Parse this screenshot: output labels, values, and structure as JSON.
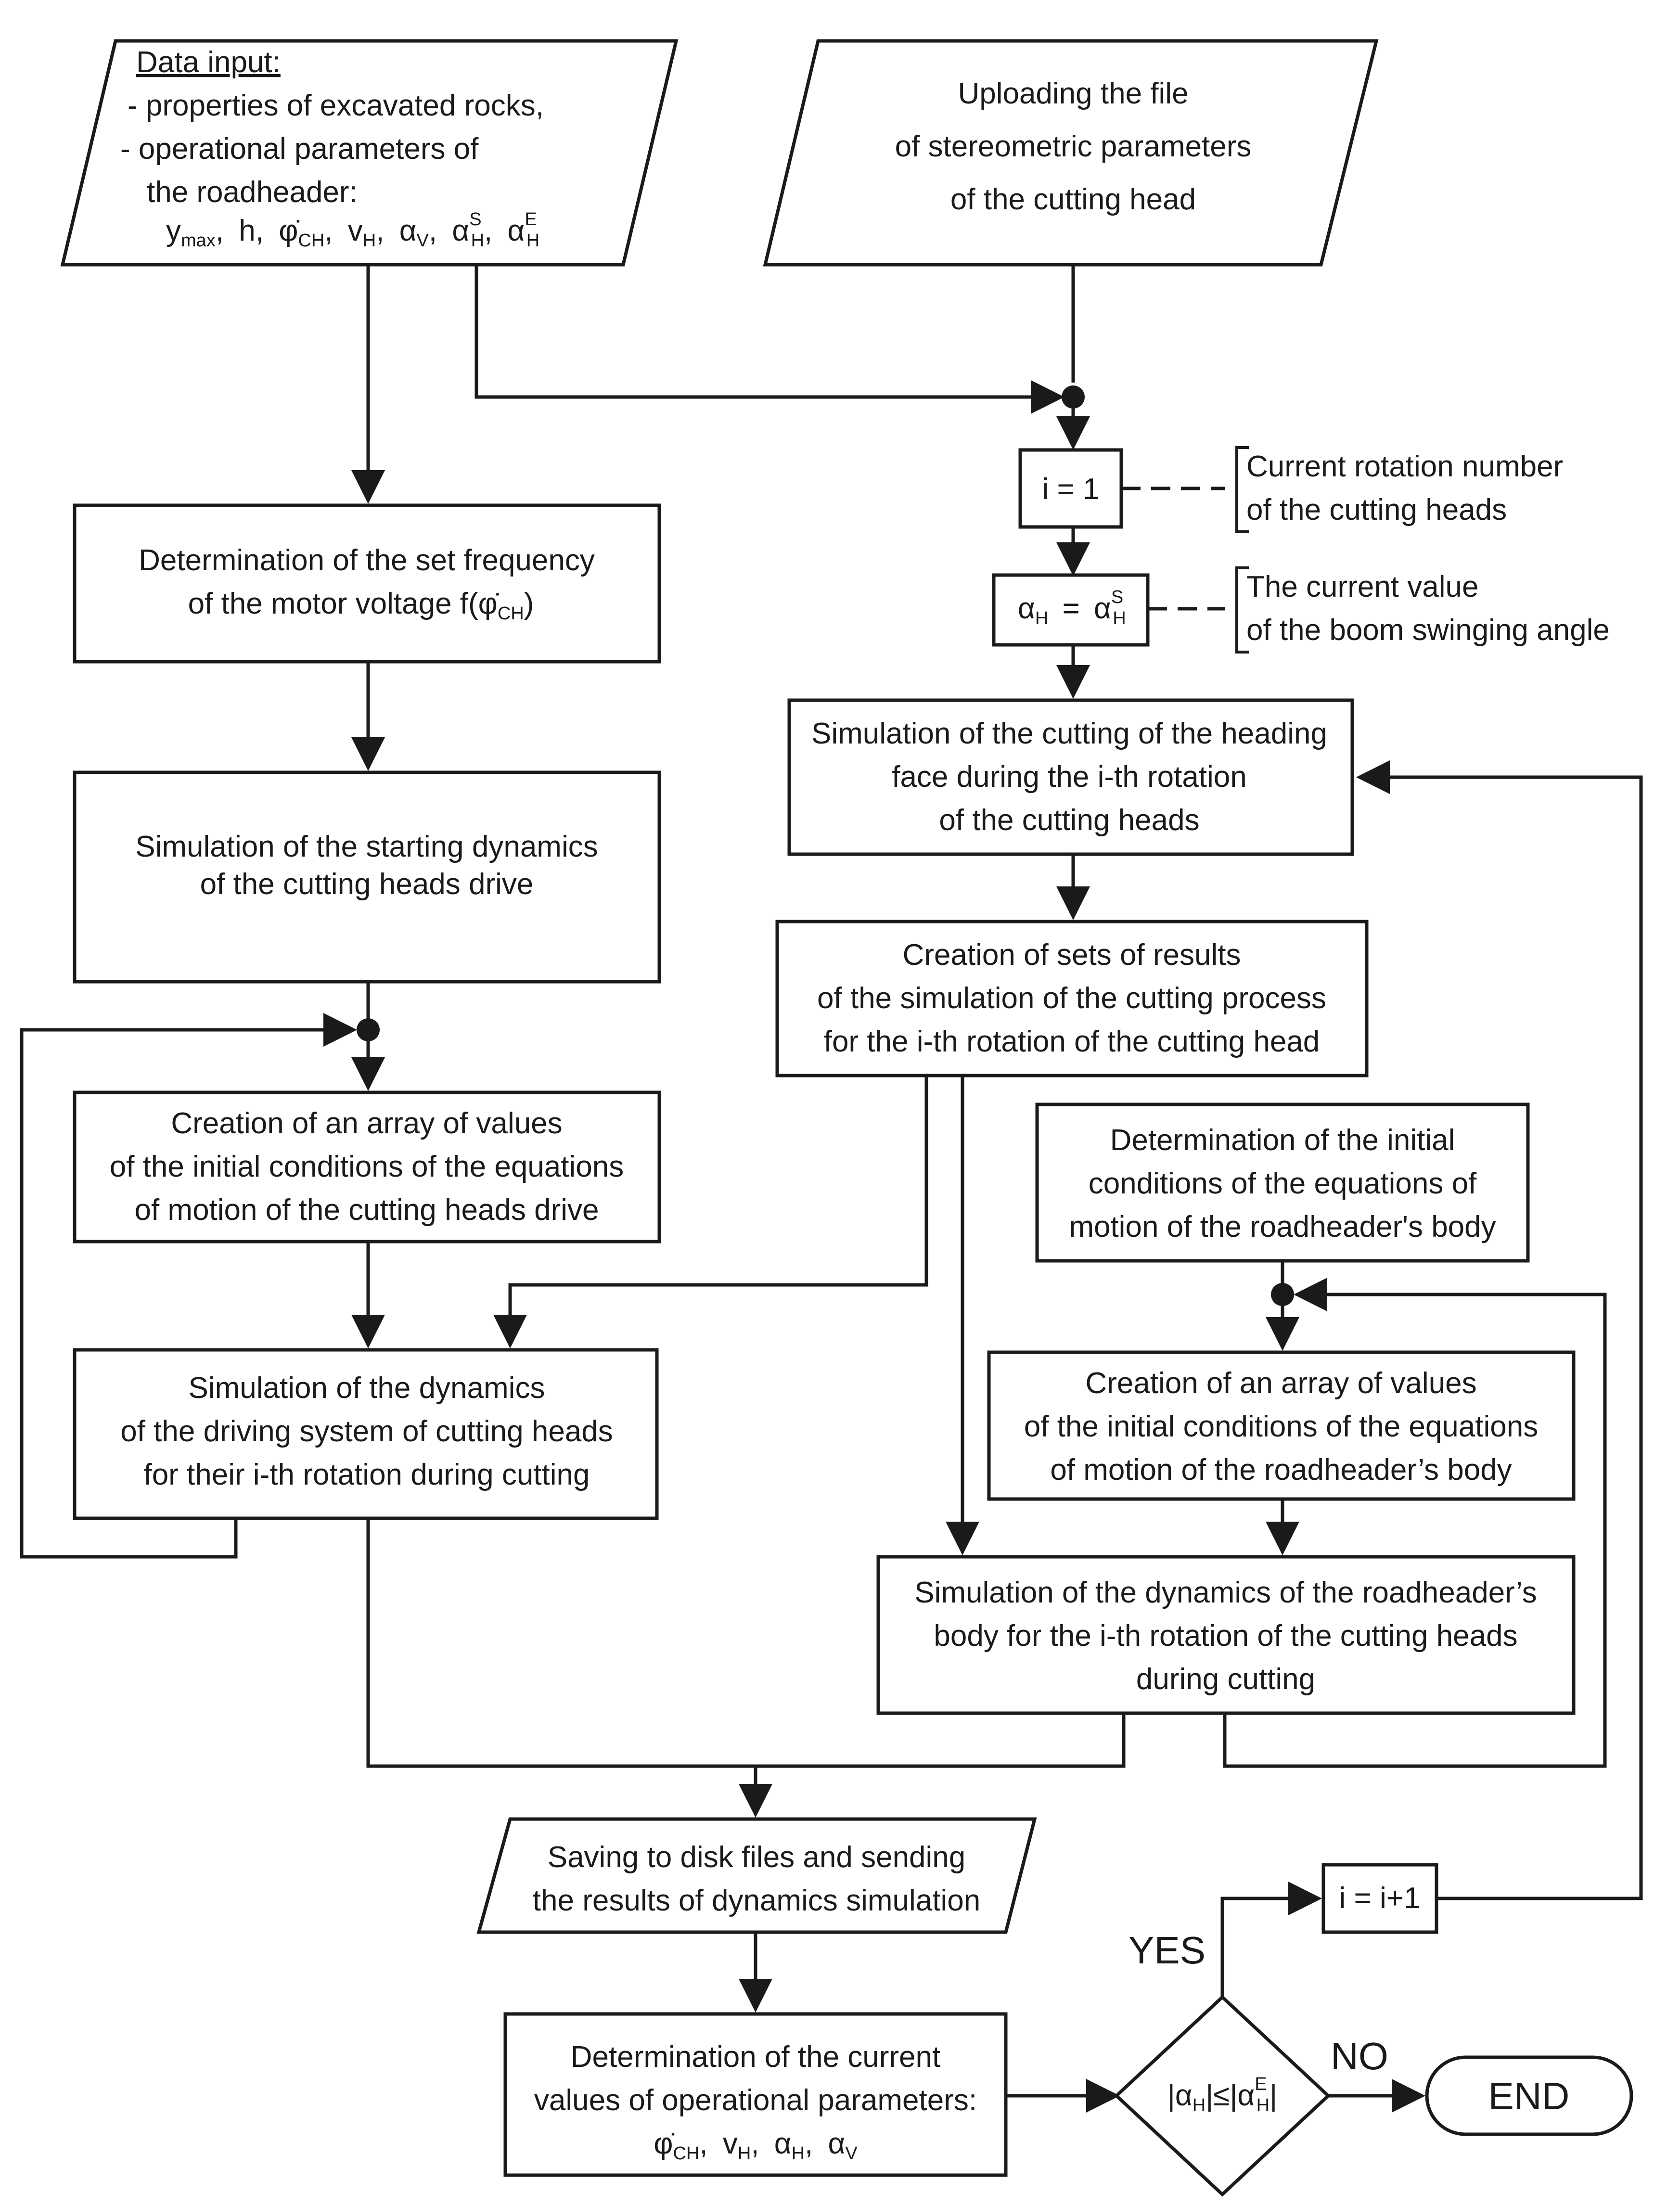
{
  "data_input": {
    "heading": "Data input:",
    "line1": "- properties of excavated rocks,",
    "line2": "- operational parameters of",
    "line3": "the roadheader:",
    "params": {
      "y": "y",
      "y_sub": "max",
      "h": "h,",
      "phi": "φ̇",
      "phi_sub": "CH",
      "v": "v",
      "v_sub": "H",
      "aV": "α",
      "aV_sub": "V",
      "aHS": "α",
      "aHS_sup": "S",
      "aHS_sub": "H",
      "aHE": "α",
      "aHE_sup": "E",
      "aHE_sub": "H",
      "sep": ","
    }
  },
  "upload": {
    "line1": "Uploading the file",
    "line2": "of stereometric parameters",
    "line3": "of the cutting head"
  },
  "init_i": {
    "label": "i = 1",
    "note1": "Current rotation number",
    "note2": "of the cutting heads"
  },
  "init_alpha": {
    "lhs": "α",
    "lhs_sub": "H",
    "eq": "=",
    "rhs": "α",
    "rhs_sup": "S",
    "rhs_sub": "H",
    "note1": "The current value",
    "note2": "of the boom swinging angle"
  },
  "freq": {
    "line1": "Determination of the set frequency",
    "line2": "of the motor voltage f(",
    "phi": "φ̇",
    "phi_sub": "CH",
    "close": ")"
  },
  "start_dyn": {
    "line1": "Simulation of the starting dynamics",
    "line2": "of the cutting heads drive"
  },
  "array_drive": {
    "line1": "Creation of an array of values",
    "line2": "of the initial conditions of the equations",
    "line3": "of motion of the cutting heads drive"
  },
  "sim_drive": {
    "line1": "Simulation of the dynamics",
    "line2": "of the driving system of cutting heads",
    "line3": "for their i-th rotation during cutting"
  },
  "sim_cutting": {
    "line1": "Simulation of the cutting of the heading",
    "line2": "face during the i-th rotation",
    "line3": "of the cutting heads"
  },
  "results_sets": {
    "line1": "Creation of sets of results",
    "line2": "of the simulation of the cutting process",
    "line3": "for the i-th rotation of the cutting head"
  },
  "body_init": {
    "line1": "Determination of the initial",
    "line2": "conditions of the equations of",
    "line3": "motion of the roadheader's body"
  },
  "array_body": {
    "line1": "Creation of an array of values",
    "line2": "of the initial conditions of the equations",
    "line3": "of motion of the roadheader’s body"
  },
  "sim_body": {
    "line1": "Simulation of the dynamics of the roadheader’s",
    "line2": "body for the i-th rotation of the cutting heads",
    "line3": "during cutting"
  },
  "saving": {
    "line1": "Saving to disk files and sending",
    "line2": "the results of dynamics simulation"
  },
  "current_params": {
    "line1": "Determination of the current",
    "line2": "values of operational parameters:",
    "params": {
      "phi": "φ̇",
      "phi_sub": "CH",
      "v": "v",
      "v_sub": "H",
      "aH": "α",
      "aH_sub": "H",
      "aV": "α",
      "aV_sub": "V",
      "sep": ","
    }
  },
  "decision": {
    "bar1": "|α",
    "sub1": "H",
    "mid": "|≤|α",
    "sup2": "E",
    "sub2": "H",
    "bar2": "|",
    "yes": "YES",
    "no": "NO"
  },
  "increment": {
    "label": "i = i+1"
  },
  "end": {
    "label": "END"
  }
}
